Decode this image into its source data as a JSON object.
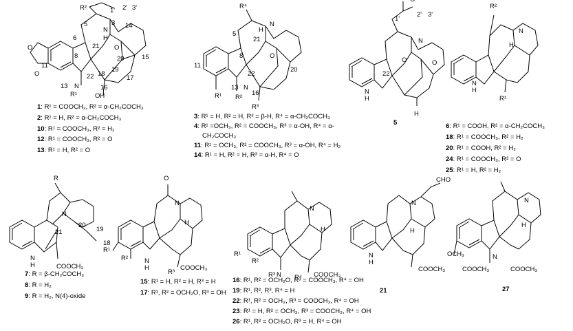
{
  "structures": [
    {
      "id": "s1",
      "atom_labels": [
        "5",
        "R²",
        "3",
        "14",
        "N",
        "6",
        "H",
        "15",
        "21",
        "8",
        "O",
        "20",
        "22",
        "17",
        "11",
        "O",
        "O",
        "13",
        "N",
        "R¹",
        "19",
        "18",
        "16",
        "OH",
        "2'",
        "3'",
        "1'"
      ],
      "captions": [
        {
          "num": "1",
          "text": ": R¹ = COOCH₃, R² = α-CH₂COCH₃"
        },
        {
          "num": "2",
          "text": ": R¹ = H, R² = α-CH₂COCH₃"
        },
        {
          "num": "10",
          "text": ": R¹ = COOCH₃, R² = H₂"
        },
        {
          "num": "12",
          "text": ": R¹ = COOCH₃, R² = O"
        },
        {
          "num": "13",
          "text": ": R¹ = H, R² = O"
        }
      ]
    },
    {
      "id": "s2",
      "atom_labels": [
        "R⁴",
        "5",
        "N",
        "H",
        "21",
        "8",
        "O",
        "20",
        "11",
        "22",
        "13",
        "N",
        "R¹",
        "R²",
        "16",
        "R³"
      ],
      "captions": [
        {
          "num": "3",
          "text": ": R¹ = H, R² = H, R³ = β-H, R⁴ = α-CH₂COCH₃"
        },
        {
          "num": "4",
          "text": ": R¹ =OCH₃, R² = COOCH₃, R³ = α-OH, R⁴ = α-"
        },
        {
          "num": "",
          "text": "CH₂COCH₃"
        },
        {
          "num": "11",
          "text": ": R¹ = OCH₃, R² = COOCH₃, R³ = α-OH, R⁴ = H₂"
        },
        {
          "num": "14",
          "text": ": R¹ = H, R² = H, R³ = α-H, R⁴ = O"
        }
      ]
    },
    {
      "id": "s3",
      "atom_labels": [
        "O",
        "2'",
        "3'",
        "1'",
        "N",
        "O",
        "O",
        "22",
        "N",
        "H",
        "H"
      ],
      "captions": [
        {
          "num": "5",
          "text": ""
        }
      ]
    },
    {
      "id": "s4",
      "atom_labels": [
        "R²",
        "N",
        "H",
        "N",
        "H",
        "R¹"
      ],
      "captions": [
        {
          "num": "6",
          "text": ": R¹ = COOH, R² = α-CH₂COCH₃"
        },
        {
          "num": "18",
          "text": ": R¹ = COOCH₃, R² = H₂"
        },
        {
          "num": "20",
          "text": ": R¹ = COOH, R² = H₂"
        },
        {
          "num": "24",
          "text": ": R¹ = COOCH₃, R² = O"
        },
        {
          "num": "25",
          "text": ": R¹ = H, R² = H₂"
        }
      ]
    },
    {
      "id": "s5",
      "atom_labels": [
        "R",
        "N",
        "21",
        "20",
        "19",
        "18",
        "N",
        "H",
        "COOCH₃"
      ],
      "captions": [
        {
          "num": "7",
          "text": ": R = β-CH₂COCH₃"
        },
        {
          "num": "8",
          "text": ": R = H₂"
        },
        {
          "num": "9",
          "text": ": R = H₂, N(4)-oxide"
        }
      ]
    },
    {
      "id": "s6",
      "atom_labels": [
        "O",
        "N",
        "H",
        "R¹",
        "R²",
        "N",
        "H",
        "R³",
        "COOCH₃"
      ],
      "captions": [
        {
          "num": "15",
          "text": ": R¹ = H, R² = H, R³ = H"
        },
        {
          "num": "17",
          "text": ": R¹, R² = OCH₂O, R³ = OH"
        }
      ]
    },
    {
      "id": "s7",
      "atom_labels": [
        "N",
        "H",
        "R¹",
        "R²",
        "N",
        "R³",
        "R⁴",
        "COOCH₃"
      ],
      "captions": [
        {
          "num": "16",
          "text": ": R¹, R² = OCH₂O, R³ = COOCH₃, R⁴ = OH"
        },
        {
          "num": "19",
          "text": ": R¹, R², R³, R⁴ = H"
        },
        {
          "num": "22",
          "text": ": R¹, R² = OCH₃, R³ = COOCH₃, R⁴ = OH"
        },
        {
          "num": "23",
          "text": ": R¹ = H, R² = OCH₃, R³ = COOCH₃, R⁴ = OH"
        },
        {
          "num": "26",
          "text": ": R¹, R² = OCH₂O, R³ = H, R⁴ = OH"
        }
      ]
    },
    {
      "id": "s8",
      "atom_labels": [
        "CHO",
        "N",
        "H",
        "N",
        "H",
        "COOCH₃"
      ],
      "captions": [
        {
          "num": "21",
          "text": ""
        }
      ]
    },
    {
      "id": "s9",
      "atom_labels": [
        "N",
        "H",
        "OCH₃",
        "N",
        "COOCH₃",
        "COOCH₃"
      ],
      "captions": [
        {
          "num": "27",
          "text": ""
        }
      ]
    }
  ]
}
